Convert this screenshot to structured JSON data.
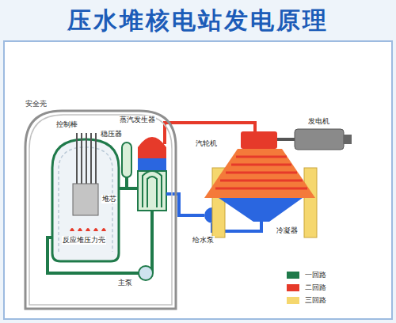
{
  "diagram": {
    "title": "压水堆核电站发电原理",
    "nodes": [
      {
        "text": [
          "安全壳"
        ]
      }
    ],
    "labels": [
      "控制棒",
      "稳压器",
      "蒸汽发生器",
      "堆芯",
      "反应堆压力壳",
      "主泵",
      "发电机",
      "汽轮机",
      "冷凝器",
      "给水泵"
    ],
    "legend": [
      {
        "text": "一回路",
        "color": "#1f7a4a"
      },
      {
        "text": "二回路",
        "color": "#e63a2a"
      },
      {
        "text": "三回路",
        "color": "#f5d76e"
      }
    ]
  }
}
